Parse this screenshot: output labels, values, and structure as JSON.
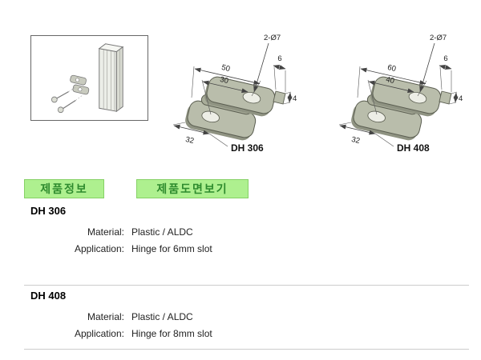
{
  "illustration": {
    "description": "aluminium profile with hinge installation"
  },
  "drawings": {
    "dh306": {
      "label": "DH 306",
      "dim_length": "50",
      "dim_hole_spacing": "30",
      "dim_depth": "32",
      "dim_tab": "6",
      "dim_thickness": "4",
      "dim_holes": "2-Ø7"
    },
    "dh408": {
      "label": "DH 408",
      "dim_length": "60",
      "dim_hole_spacing": "40",
      "dim_depth": "32",
      "dim_tab": "6",
      "dim_thickness": "4",
      "dim_holes": "2-Ø7"
    }
  },
  "buttons": {
    "product_info": "제품정보",
    "view_drawing": "제품도면보기"
  },
  "products": [
    {
      "name": "DH 306",
      "rows": [
        {
          "label": "Material:",
          "value": "Plastic / ALDC"
        },
        {
          "label": "Application:",
          "value": "Hinge for 6mm slot"
        }
      ]
    },
    {
      "name": "DH 408",
      "rows": [
        {
          "label": "Material:",
          "value": "Plastic / ALDC"
        },
        {
          "label": "Application:",
          "value": "Hinge for 8mm slot"
        }
      ]
    }
  ]
}
